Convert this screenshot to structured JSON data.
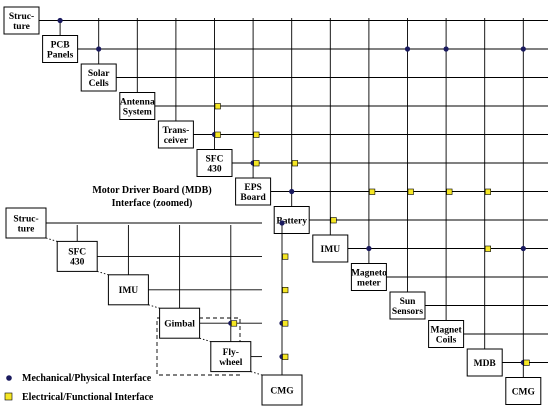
{
  "main_matrix": {
    "nodes": [
      {
        "lines": [
          "Struc-",
          "ture"
        ]
      },
      {
        "lines": [
          "PCB",
          "Panels"
        ]
      },
      {
        "lines": [
          "Solar",
          "Cells"
        ]
      },
      {
        "lines": [
          "Antenna",
          "System"
        ]
      },
      {
        "lines": [
          "Trans-",
          "ceiver"
        ]
      },
      {
        "lines": [
          "SFC",
          "430"
        ]
      },
      {
        "lines": [
          "EPS",
          "Board"
        ]
      },
      {
        "lines": [
          "Battery"
        ]
      },
      {
        "lines": [
          "IMU"
        ]
      },
      {
        "lines": [
          "Magneto",
          "meter"
        ]
      },
      {
        "lines": [
          "Sun",
          "Sensors"
        ]
      },
      {
        "lines": [
          "Magnet",
          "Coils"
        ]
      },
      {
        "lines": [
          "MDB"
        ]
      },
      {
        "lines": [
          "CMG"
        ]
      }
    ],
    "mechanical": [
      [
        0,
        1
      ],
      [
        1,
        2
      ],
      [
        4,
        5
      ],
      [
        5,
        6
      ],
      [
        6,
        7
      ],
      [
        8,
        9
      ],
      [
        1,
        10
      ],
      [
        1,
        11
      ],
      [
        1,
        13
      ],
      [
        8,
        13
      ],
      [
        12,
        13
      ]
    ],
    "electrical": [
      [
        3,
        5
      ],
      [
        4,
        5
      ],
      [
        4,
        6
      ],
      [
        5,
        6
      ],
      [
        5,
        7
      ],
      [
        6,
        9
      ],
      [
        6,
        10
      ],
      [
        6,
        11
      ],
      [
        6,
        12
      ],
      [
        7,
        8
      ],
      [
        8,
        12
      ],
      [
        12,
        13
      ]
    ]
  },
  "inset": {
    "title_line1": "Motor Driver Board (MDB)",
    "title_line2": "Interface (zoomed)",
    "nodes": [
      {
        "lines": [
          "Struc-",
          "ture"
        ]
      },
      {
        "lines": [
          "SFC",
          "430"
        ]
      },
      {
        "lines": [
          "IMU"
        ]
      },
      {
        "lines": [
          "Gimbal"
        ]
      },
      {
        "lines": [
          "Fly-",
          "wheel"
        ]
      },
      {
        "lines": [
          "CMG"
        ]
      }
    ],
    "mechanical": [
      [
        0,
        5
      ],
      [
        3,
        4
      ],
      [
        3,
        5
      ],
      [
        4,
        5
      ]
    ],
    "electrical": [
      [
        1,
        5
      ],
      [
        2,
        5
      ],
      [
        3,
        4
      ],
      [
        3,
        5
      ],
      [
        4,
        5
      ]
    ]
  },
  "legend": {
    "mechanical": "Mechanical/Physical Interface",
    "electrical": "Electrical/Functional Interface"
  }
}
